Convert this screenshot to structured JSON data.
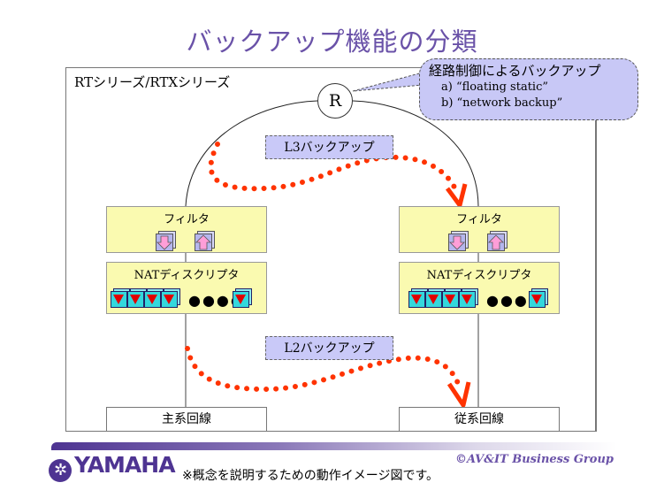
{
  "title": "バックアップ機能の分類",
  "frame_label": "RTシリーズ/RTXシリーズ",
  "router_label": "R",
  "callout": {
    "heading": "経路制御によるバックアップ",
    "items": [
      "a) “floating static”",
      "b) “network backup”"
    ]
  },
  "l3_tag": {
    "prefix": "L3",
    "text": "バックアップ"
  },
  "l2_tag": {
    "prefix": "L2",
    "text": "バックアップ"
  },
  "left_stack": {
    "filter_label": "フィルタ",
    "nat_prefix": "NAT",
    "nat_label": "ディスクリプタ",
    "line_label": "主系回線"
  },
  "right_stack": {
    "filter_label": "フィルタ",
    "nat_prefix": "NAT",
    "nat_label": "ディスクリプタ",
    "line_label": "従系回線"
  },
  "icons": {
    "filter_in": "down-arrow-block-icon",
    "filter_out": "up-arrow-block-icon",
    "descriptor": "descriptor-cell-icon",
    "ellipsis": "●●●●"
  },
  "footer": {
    "logo_text": "YAMAHA",
    "logo_mark": "✲",
    "copyright": "©AV&IT Business Group",
    "note": "※概念を説明するための動作イメージ図です。"
  },
  "colors": {
    "title": "#6a52a8",
    "arrow": "#ff3300",
    "box_fill": "#fafab0",
    "tag_fill": "#c9c9f8",
    "brand": "#4e3492"
  }
}
